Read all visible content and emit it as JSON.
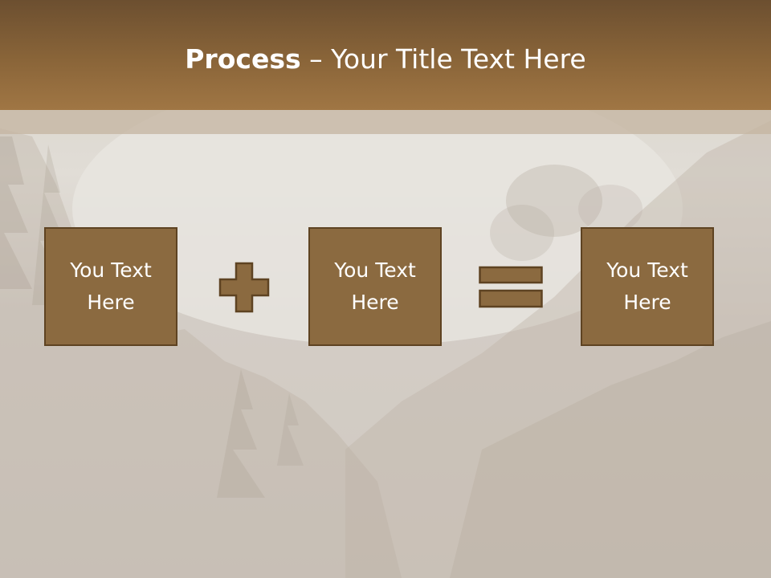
{
  "slide": {
    "title_bold": "Process",
    "title_dash": " – ",
    "title_rest": "Your Title Text Here",
    "boxes": [
      {
        "text": "You Text Here"
      },
      {
        "text": "You Text Here"
      },
      {
        "text": "You Text Here"
      }
    ],
    "operators": [
      "plus-icon",
      "equals-icon"
    ],
    "colors": {
      "header": "#8a6539",
      "box_fill": "#8b6a40",
      "box_border": "#5e4322",
      "text": "#ffffff"
    }
  }
}
